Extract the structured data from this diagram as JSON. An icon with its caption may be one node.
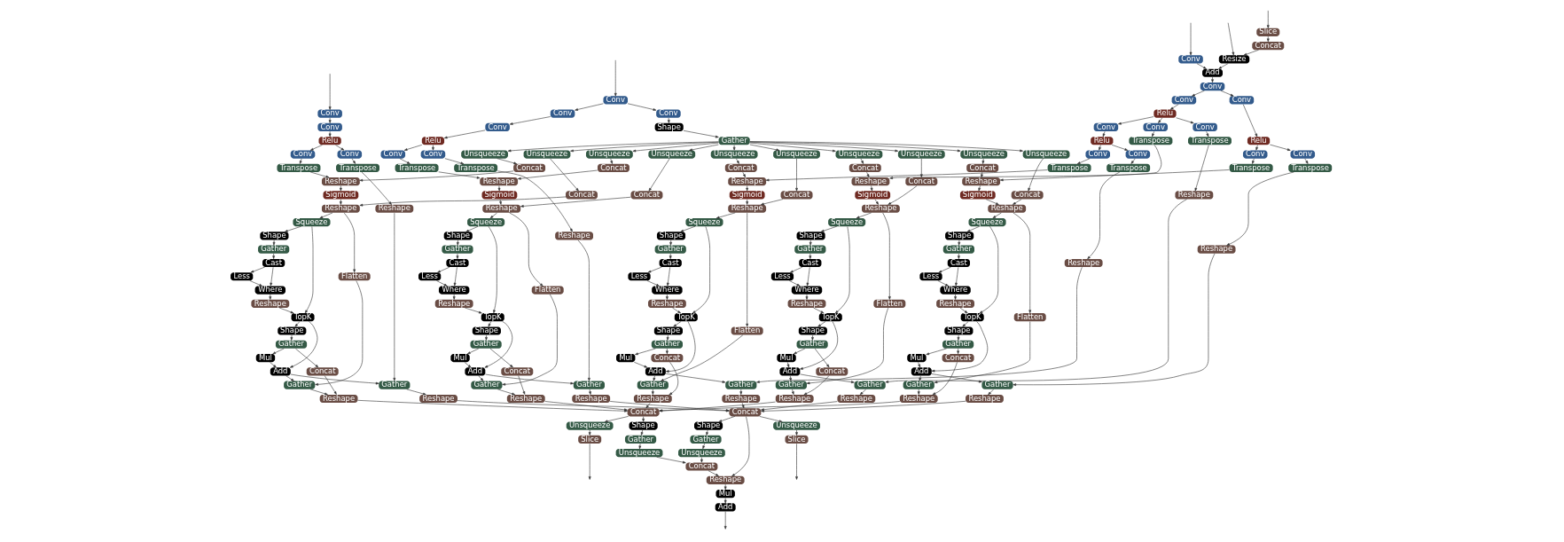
{
  "diagram": {
    "nodes": [
      {
        "text": [
          "Slice"
        ]
      },
      {
        "text": [
          "Concat"
        ]
      },
      {
        "text": [
          "Resize"
        ]
      },
      {
        "text": [
          "Conv"
        ]
      },
      {
        "text": [
          "Add"
        ]
      },
      {
        "text": [
          "Conv"
        ]
      },
      {
        "text": [
          "Conv"
        ]
      },
      {
        "text": [
          "Conv"
        ]
      },
      {
        "text": [
          "Relu"
        ]
      },
      {
        "text": [
          "Conv"
        ]
      },
      {
        "text": [
          "Conv"
        ]
      },
      {
        "text": [
          "Conv"
        ]
      },
      {
        "text": [
          "Conv"
        ]
      },
      {
        "text": [
          "Relu"
        ]
      },
      {
        "text": [
          "Shape"
        ]
      },
      {
        "text": [
          "Gather"
        ]
      },
      {
        "text": [
          "Conv"
        ]
      },
      {
        "text": [
          "Relu"
        ]
      },
      {
        "text": [
          "Conv"
        ]
      },
      {
        "text": [
          "Relu"
        ]
      },
      {
        "text": [
          "Conv"
        ]
      },
      {
        "text": [
          "Relu"
        ]
      },
      {
        "text": [
          "Conv"
        ]
      },
      {
        "text": [
          "Transpose"
        ]
      },
      {
        "text": [
          "Unsqueeze"
        ]
      },
      {
        "text": [
          "Concat"
        ]
      },
      {
        "text": [
          "Reshape"
        ]
      },
      {
        "text": [
          "Sigmoid"
        ]
      },
      {
        "text": [
          "Unsqueeze"
        ]
      },
      {
        "text": [
          "Concat"
        ]
      },
      {
        "text": [
          "Reshape"
        ]
      },
      {
        "text": [
          "Squeeze"
        ]
      },
      {
        "text": [
          "Shape"
        ]
      },
      {
        "text": [
          "Gather"
        ]
      },
      {
        "text": [
          "Cast"
        ]
      },
      {
        "text": [
          "Less"
        ]
      },
      {
        "text": [
          "Where"
        ]
      },
      {
        "text": [
          "Reshape"
        ]
      },
      {
        "text": [
          "TopK"
        ]
      },
      {
        "text": [
          "Shape"
        ]
      },
      {
        "text": [
          "Gather"
        ]
      },
      {
        "text": [
          "Mul"
        ]
      },
      {
        "text": [
          "Add"
        ]
      },
      {
        "text": [
          "Flatten"
        ]
      },
      {
        "text": [
          "Gather"
        ]
      },
      {
        "text": [
          "Concat"
        ]
      },
      {
        "text": [
          "Reshape"
        ]
      },
      {
        "text": [
          "Conv"
        ]
      },
      {
        "text": [
          "Transpose"
        ]
      },
      {
        "text": [
          "Reshape"
        ]
      },
      {
        "text": [
          "Gather"
        ]
      },
      {
        "text": [
          "Reshape"
        ]
      },
      {
        "text": [
          "Conv"
        ]
      },
      {
        "text": [
          "Transpose"
        ]
      },
      {
        "text": [
          "Unsqueeze"
        ]
      },
      {
        "text": [
          "Concat"
        ]
      },
      {
        "text": [
          "Reshape"
        ]
      },
      {
        "text": [
          "Sigmoid"
        ]
      },
      {
        "text": [
          "Unsqueeze"
        ]
      },
      {
        "text": [
          "Concat"
        ]
      },
      {
        "text": [
          "Reshape"
        ]
      },
      {
        "text": [
          "Squeeze"
        ]
      },
      {
        "text": [
          "Shape"
        ]
      },
      {
        "text": [
          "Gather"
        ]
      },
      {
        "text": [
          "Cast"
        ]
      },
      {
        "text": [
          "Less"
        ]
      },
      {
        "text": [
          "Where"
        ]
      },
      {
        "text": [
          "Reshape"
        ]
      },
      {
        "text": [
          "TopK"
        ]
      },
      {
        "text": [
          "Shape"
        ]
      },
      {
        "text": [
          "Gather"
        ]
      },
      {
        "text": [
          "Mul"
        ]
      },
      {
        "text": [
          "Add"
        ]
      },
      {
        "text": [
          "Flatten"
        ]
      },
      {
        "text": [
          "Gather"
        ]
      },
      {
        "text": [
          "Concat"
        ]
      },
      {
        "text": [
          "Reshape"
        ]
      },
      {
        "text": [
          "Conv"
        ]
      },
      {
        "text": [
          "Transpose"
        ]
      },
      {
        "text": [
          "Reshape"
        ]
      },
      {
        "text": [
          "Gather"
        ]
      },
      {
        "text": [
          "Reshape"
        ]
      },
      {
        "text": [
          "Conv"
        ]
      },
      {
        "text": [
          "Transpose"
        ]
      },
      {
        "text": [
          "Unsqueeze"
        ]
      },
      {
        "text": [
          "Concat"
        ]
      },
      {
        "text": [
          "Reshape"
        ]
      },
      {
        "text": [
          "Sigmoid"
        ]
      },
      {
        "text": [
          "Unsqueeze"
        ]
      },
      {
        "text": [
          "Concat"
        ]
      },
      {
        "text": [
          "Reshape"
        ]
      },
      {
        "text": [
          "Squeeze"
        ]
      },
      {
        "text": [
          "Shape"
        ]
      },
      {
        "text": [
          "Gather"
        ]
      },
      {
        "text": [
          "Cast"
        ]
      },
      {
        "text": [
          "Less"
        ]
      },
      {
        "text": [
          "Where"
        ]
      },
      {
        "text": [
          "Reshape"
        ]
      },
      {
        "text": [
          "TopK"
        ]
      },
      {
        "text": [
          "Shape"
        ]
      },
      {
        "text": [
          "Gather"
        ]
      },
      {
        "text": [
          "Mul"
        ]
      },
      {
        "text": [
          "Add"
        ]
      },
      {
        "text": [
          "Flatten"
        ]
      },
      {
        "text": [
          "Gather"
        ]
      },
      {
        "text": [
          "Concat"
        ]
      },
      {
        "text": [
          "Reshape"
        ]
      },
      {
        "text": [
          "Conv"
        ]
      },
      {
        "text": [
          "Transpose"
        ]
      },
      {
        "text": [
          "Reshape"
        ]
      },
      {
        "text": [
          "Gather"
        ]
      },
      {
        "text": [
          "Reshape"
        ]
      },
      {
        "text": [
          "Conv"
        ]
      },
      {
        "text": [
          "Transpose"
        ]
      },
      {
        "text": [
          "Unsqueeze"
        ]
      },
      {
        "text": [
          "Concat"
        ]
      },
      {
        "text": [
          "Reshape"
        ]
      },
      {
        "text": [
          "Sigmoid"
        ]
      },
      {
        "text": [
          "Unsqueeze"
        ]
      },
      {
        "text": [
          "Concat"
        ]
      },
      {
        "text": [
          "Reshape"
        ]
      },
      {
        "text": [
          "Squeeze"
        ]
      },
      {
        "text": [
          "Shape"
        ]
      },
      {
        "text": [
          "Gather"
        ]
      },
      {
        "text": [
          "Cast"
        ]
      },
      {
        "text": [
          "Less"
        ]
      },
      {
        "text": [
          "Where"
        ]
      },
      {
        "text": [
          "Reshape"
        ]
      },
      {
        "text": [
          "TopK"
        ]
      },
      {
        "text": [
          "Shape"
        ]
      },
      {
        "text": [
          "Gather"
        ]
      },
      {
        "text": [
          "Mul"
        ]
      },
      {
        "text": [
          "Add"
        ]
      },
      {
        "text": [
          "Flatten"
        ]
      },
      {
        "text": [
          "Gather"
        ]
      },
      {
        "text": [
          "Concat"
        ]
      },
      {
        "text": [
          "Reshape"
        ]
      },
      {
        "text": [
          "Conv"
        ]
      },
      {
        "text": [
          "Transpose"
        ]
      },
      {
        "text": [
          "Reshape"
        ]
      },
      {
        "text": [
          "Gather"
        ]
      },
      {
        "text": [
          "Reshape"
        ]
      },
      {
        "text": [
          "Conv"
        ]
      },
      {
        "text": [
          "Transpose"
        ]
      },
      {
        "text": [
          "Unsqueeze"
        ]
      },
      {
        "text": [
          "Concat"
        ]
      },
      {
        "text": [
          "Reshape"
        ]
      },
      {
        "text": [
          "Sigmoid"
        ]
      },
      {
        "text": [
          "Unsqueeze"
        ]
      },
      {
        "text": [
          "Concat"
        ]
      },
      {
        "text": [
          "Reshape"
        ]
      },
      {
        "text": [
          "Squeeze"
        ]
      },
      {
        "text": [
          "Shape"
        ]
      },
      {
        "text": [
          "Gather"
        ]
      },
      {
        "text": [
          "Cast"
        ]
      },
      {
        "text": [
          "Less"
        ]
      },
      {
        "text": [
          "Where"
        ]
      },
      {
        "text": [
          "Reshape"
        ]
      },
      {
        "text": [
          "TopK"
        ]
      },
      {
        "text": [
          "Shape"
        ]
      },
      {
        "text": [
          "Gather"
        ]
      },
      {
        "text": [
          "Mul"
        ]
      },
      {
        "text": [
          "Add"
        ]
      },
      {
        "text": [
          "Flatten"
        ]
      },
      {
        "text": [
          "Gather"
        ]
      },
      {
        "text": [
          "Concat"
        ]
      },
      {
        "text": [
          "Reshape"
        ]
      },
      {
        "text": [
          "Conv"
        ]
      },
      {
        "text": [
          "Transpose"
        ]
      },
      {
        "text": [
          "Reshape"
        ]
      },
      {
        "text": [
          "Gather"
        ]
      },
      {
        "text": [
          "Reshape"
        ]
      },
      {
        "text": [
          "Concat"
        ]
      },
      {
        "text": [
          "Concat"
        ]
      },
      {
        "text": [
          "Unsqueeze"
        ]
      },
      {
        "text": [
          "Slice"
        ]
      },
      {
        "text": [
          "Shape"
        ]
      },
      {
        "text": [
          "Shape"
        ]
      },
      {
        "text": [
          "Gather"
        ]
      },
      {
        "text": [
          "Gather"
        ]
      },
      {
        "text": [
          "Unsqueeze"
        ]
      },
      {
        "text": [
          "Unsqueeze"
        ]
      },
      {
        "text": [
          "Concat"
        ]
      },
      {
        "text": [
          "Reshape"
        ]
      },
      {
        "text": [
          "Mul"
        ]
      },
      {
        "text": [
          "Add"
        ]
      },
      {
        "text": [
          "Unsqueeze"
        ]
      },
      {
        "text": [
          "Slice"
        ]
      }
    ],
    "edges": [
      {
        "from": null,
        "to": 0,
        "arrow": "to"
      },
      {
        "from": 0,
        "to": 1,
        "arrow": "to"
      },
      {
        "from": null,
        "to": 2,
        "arrow": "to"
      },
      {
        "from": 1,
        "to": 2,
        "arrow": "to"
      },
      {
        "from": null,
        "to": 3,
        "arrow": "to"
      },
      {
        "from": 3,
        "to": 4,
        "arrow": "to"
      },
      {
        "from": 2,
        "to": 4,
        "arrow": "to"
      },
      {
        "from": 4,
        "to": 5,
        "arrow": "to"
      },
      {
        "from": null,
        "to": 6,
        "arrow": "to"
      },
      {
        "from": 5,
        "to": 7,
        "arrow": "to"
      },
      {
        "from": 7,
        "to": 8,
        "arrow": "to"
      },
      {
        "from": null,
        "to": 9,
        "arrow": "to"
      },
      {
        "from": 6,
        "to": 10,
        "arrow": "to"
      },
      {
        "from": 6,
        "to": 11,
        "arrow": "to"
      },
      {
        "from": 9,
        "to": 12,
        "arrow": "to"
      },
      {
        "from": 12,
        "to": 13,
        "arrow": "to"
      },
      {
        "from": 11,
        "to": 14,
        "arrow": "to"
      },
      {
        "from": 14,
        "to": 15,
        "arrow": "to"
      },
      {
        "from": 10,
        "to": 16,
        "arrow": "to"
      },
      {
        "from": 16,
        "to": 17,
        "arrow": "to"
      },
      {
        "from": 8,
        "to": 18,
        "arrow": "to"
      },
      {
        "from": 18,
        "to": 19,
        "arrow": "to"
      },
      {
        "from": 5,
        "to": 20,
        "arrow": "to"
      },
      {
        "from": 20,
        "to": 21,
        "arrow": "to"
      },
      {
        "from": 13,
        "to": 22,
        "arrow": "to"
      },
      {
        "from": 13,
        "to": 47,
        "arrow": "to"
      },
      {
        "from": 15,
        "to": 24,
        "arrow": "to"
      },
      {
        "from": 15,
        "to": 28,
        "arrow": "to"
      },
      {
        "from": 22,
        "to": 23,
        "arrow": "to"
      },
      {
        "from": 23,
        "to": 26,
        "arrow": "to"
      },
      {
        "from": 24,
        "to": 25,
        "arrow": "to"
      },
      {
        "from": 25,
        "to": 26,
        "arrow": "to"
      },
      {
        "from": 26,
        "to": 27,
        "arrow": "to"
      },
      {
        "from": 27,
        "to": 30,
        "arrow": "to"
      },
      {
        "from": 28,
        "to": 29,
        "arrow": "to"
      },
      {
        "from": 29,
        "to": 30,
        "arrow": "to"
      },
      {
        "from": 30,
        "to": 31,
        "arrow": "to"
      },
      {
        "from": 31,
        "to": 32,
        "arrow": "to"
      },
      {
        "from": 32,
        "to": 33,
        "arrow": "to"
      },
      {
        "from": 33,
        "to": 34,
        "arrow": "to"
      },
      {
        "from": 34,
        "to": 35,
        "arrow": "to"
      },
      {
        "from": 34,
        "to": 36,
        "arrow": "to"
      },
      {
        "from": 35,
        "to": 36,
        "arrow": "to"
      },
      {
        "from": 36,
        "to": 37,
        "arrow": "to"
      },
      {
        "from": 37,
        "to": 38,
        "arrow": "to"
      },
      {
        "from": 31,
        "to": 38,
        "arrow": "to"
      },
      {
        "from": 38,
        "to": 39,
        "arrow": "to"
      },
      {
        "from": 39,
        "to": 40,
        "arrow": "to"
      },
      {
        "from": 40,
        "to": 41,
        "arrow": "to"
      },
      {
        "from": 41,
        "to": 42,
        "arrow": "to"
      },
      {
        "from": 38,
        "to": 42,
        "arrow": "to"
      },
      {
        "from": 30,
        "to": 43,
        "arrow": "to"
      },
      {
        "from": 43,
        "to": 44,
        "arrow": "to"
      },
      {
        "from": 42,
        "to": 44,
        "arrow": "to"
      },
      {
        "from": 44,
        "to": 46,
        "arrow": "to"
      },
      {
        "from": 40,
        "to": 45,
        "arrow": "to"
      },
      {
        "from": 45,
        "to": 46,
        "arrow": "to"
      },
      {
        "from": 47,
        "to": 48,
        "arrow": "to"
      },
      {
        "from": 48,
        "to": 49,
        "arrow": "to"
      },
      {
        "from": 49,
        "to": 50,
        "arrow": "to"
      },
      {
        "from": 42,
        "to": 50,
        "arrow": "to"
      },
      {
        "from": 50,
        "to": 51,
        "arrow": "to"
      },
      {
        "from": 46,
        "to": 172,
        "arrow": "to"
      },
      {
        "from": 51,
        "to": 173,
        "arrow": "to"
      },
      {
        "from": 17,
        "to": 52,
        "arrow": "to"
      },
      {
        "from": 17,
        "to": 77,
        "arrow": "to"
      },
      {
        "from": 15,
        "to": 54,
        "arrow": "to"
      },
      {
        "from": 15,
        "to": 58,
        "arrow": "to"
      },
      {
        "from": 52,
        "to": 53,
        "arrow": "to"
      },
      {
        "from": 53,
        "to": 56,
        "arrow": "to"
      },
      {
        "from": 54,
        "to": 55,
        "arrow": "to"
      },
      {
        "from": 55,
        "to": 56,
        "arrow": "to"
      },
      {
        "from": 56,
        "to": 57,
        "arrow": "to"
      },
      {
        "from": 57,
        "to": 60,
        "arrow": "to"
      },
      {
        "from": 58,
        "to": 59,
        "arrow": "to"
      },
      {
        "from": 59,
        "to": 60,
        "arrow": "to"
      },
      {
        "from": 60,
        "to": 61,
        "arrow": "to"
      },
      {
        "from": 61,
        "to": 62,
        "arrow": "to"
      },
      {
        "from": 62,
        "to": 63,
        "arrow": "to"
      },
      {
        "from": 63,
        "to": 64,
        "arrow": "to"
      },
      {
        "from": 64,
        "to": 65,
        "arrow": "to"
      },
      {
        "from": 64,
        "to": 66,
        "arrow": "to"
      },
      {
        "from": 65,
        "to": 66,
        "arrow": "to"
      },
      {
        "from": 66,
        "to": 67,
        "arrow": "to"
      },
      {
        "from": 67,
        "to": 68,
        "arrow": "to"
      },
      {
        "from": 61,
        "to": 68,
        "arrow": "to"
      },
      {
        "from": 68,
        "to": 69,
        "arrow": "to"
      },
      {
        "from": 69,
        "to": 70,
        "arrow": "to"
      },
      {
        "from": 70,
        "to": 71,
        "arrow": "to"
      },
      {
        "from": 71,
        "to": 72,
        "arrow": "to"
      },
      {
        "from": 68,
        "to": 72,
        "arrow": "to"
      },
      {
        "from": 60,
        "to": 73,
        "arrow": "to"
      },
      {
        "from": 73,
        "to": 74,
        "arrow": "to"
      },
      {
        "from": 72,
        "to": 74,
        "arrow": "to"
      },
      {
        "from": 74,
        "to": 76,
        "arrow": "to"
      },
      {
        "from": 70,
        "to": 75,
        "arrow": "to"
      },
      {
        "from": 75,
        "to": 76,
        "arrow": "to"
      },
      {
        "from": 77,
        "to": 78,
        "arrow": "to"
      },
      {
        "from": 78,
        "to": 79,
        "arrow": "to"
      },
      {
        "from": 79,
        "to": 80,
        "arrow": "to"
      },
      {
        "from": 72,
        "to": 80,
        "arrow": "to"
      },
      {
        "from": 80,
        "to": 81,
        "arrow": "to"
      },
      {
        "from": 76,
        "to": 172,
        "arrow": "to"
      },
      {
        "from": 81,
        "to": 173,
        "arrow": "to"
      },
      {
        "from": 19,
        "to": 82,
        "arrow": "to"
      },
      {
        "from": 19,
        "to": 107,
        "arrow": "to"
      },
      {
        "from": 15,
        "to": 84,
        "arrow": "to"
      },
      {
        "from": 15,
        "to": 88,
        "arrow": "to"
      },
      {
        "from": 82,
        "to": 83,
        "arrow": "to"
      },
      {
        "from": 83,
        "to": 86,
        "arrow": "to"
      },
      {
        "from": 84,
        "to": 85,
        "arrow": "to"
      },
      {
        "from": 85,
        "to": 86,
        "arrow": "to"
      },
      {
        "from": 86,
        "to": 87,
        "arrow": "to"
      },
      {
        "from": 87,
        "to": 90,
        "arrow": "to"
      },
      {
        "from": 88,
        "to": 89,
        "arrow": "to"
      },
      {
        "from": 89,
        "to": 90,
        "arrow": "to"
      },
      {
        "from": 90,
        "to": 91,
        "arrow": "to"
      },
      {
        "from": 91,
        "to": 92,
        "arrow": "to"
      },
      {
        "from": 92,
        "to": 93,
        "arrow": "to"
      },
      {
        "from": 93,
        "to": 94,
        "arrow": "to"
      },
      {
        "from": 94,
        "to": 95,
        "arrow": "to"
      },
      {
        "from": 94,
        "to": 96,
        "arrow": "to"
      },
      {
        "from": 95,
        "to": 96,
        "arrow": "to"
      },
      {
        "from": 96,
        "to": 97,
        "arrow": "to"
      },
      {
        "from": 97,
        "to": 98,
        "arrow": "to"
      },
      {
        "from": 91,
        "to": 98,
        "arrow": "to"
      },
      {
        "from": 98,
        "to": 99,
        "arrow": "to"
      },
      {
        "from": 99,
        "to": 100,
        "arrow": "to"
      },
      {
        "from": 100,
        "to": 101,
        "arrow": "to"
      },
      {
        "from": 101,
        "to": 102,
        "arrow": "to"
      },
      {
        "from": 98,
        "to": 102,
        "arrow": "to"
      },
      {
        "from": 90,
        "to": 103,
        "arrow": "to"
      },
      {
        "from": 103,
        "to": 104,
        "arrow": "to"
      },
      {
        "from": 102,
        "to": 104,
        "arrow": "to"
      },
      {
        "from": 104,
        "to": 106,
        "arrow": "to"
      },
      {
        "from": 100,
        "to": 105,
        "arrow": "to"
      },
      {
        "from": 105,
        "to": 106,
        "arrow": "to"
      },
      {
        "from": 107,
        "to": 108,
        "arrow": "to"
      },
      {
        "from": 108,
        "to": 109,
        "arrow": "to"
      },
      {
        "from": 109,
        "to": 110,
        "arrow": "to"
      },
      {
        "from": 102,
        "to": 110,
        "arrow": "to"
      },
      {
        "from": 110,
        "to": 111,
        "arrow": "to"
      },
      {
        "from": 106,
        "to": 172,
        "arrow": "to"
      },
      {
        "from": 111,
        "to": 173,
        "arrow": "to"
      },
      {
        "from": 8,
        "to": 112,
        "arrow": "to"
      },
      {
        "from": 8,
        "to": 137,
        "arrow": "to"
      },
      {
        "from": 15,
        "to": 114,
        "arrow": "to"
      },
      {
        "from": 15,
        "to": 118,
        "arrow": "to"
      },
      {
        "from": 112,
        "to": 113,
        "arrow": "to"
      },
      {
        "from": 113,
        "to": 116,
        "arrow": "to"
      },
      {
        "from": 114,
        "to": 115,
        "arrow": "to"
      },
      {
        "from": 115,
        "to": 116,
        "arrow": "to"
      },
      {
        "from": 116,
        "to": 117,
        "arrow": "to"
      },
      {
        "from": 117,
        "to": 120,
        "arrow": "to"
      },
      {
        "from": 118,
        "to": 119,
        "arrow": "to"
      },
      {
        "from": 119,
        "to": 120,
        "arrow": "to"
      },
      {
        "from": 120,
        "to": 121,
        "arrow": "to"
      },
      {
        "from": 121,
        "to": 122,
        "arrow": "to"
      },
      {
        "from": 122,
        "to": 123,
        "arrow": "to"
      },
      {
        "from": 123,
        "to": 124,
        "arrow": "to"
      },
      {
        "from": 124,
        "to": 125,
        "arrow": "to"
      },
      {
        "from": 124,
        "to": 126,
        "arrow": "to"
      },
      {
        "from": 125,
        "to": 126,
        "arrow": "to"
      },
      {
        "from": 126,
        "to": 127,
        "arrow": "to"
      },
      {
        "from": 127,
        "to": 128,
        "arrow": "to"
      },
      {
        "from": 121,
        "to": 128,
        "arrow": "to"
      },
      {
        "from": 128,
        "to": 129,
        "arrow": "to"
      },
      {
        "from": 129,
        "to": 130,
        "arrow": "to"
      },
      {
        "from": 130,
        "to": 131,
        "arrow": "to"
      },
      {
        "from": 131,
        "to": 132,
        "arrow": "to"
      },
      {
        "from": 128,
        "to": 132,
        "arrow": "to"
      },
      {
        "from": 120,
        "to": 133,
        "arrow": "to"
      },
      {
        "from": 133,
        "to": 134,
        "arrow": "to"
      },
      {
        "from": 132,
        "to": 134,
        "arrow": "to"
      },
      {
        "from": 134,
        "to": 136,
        "arrow": "to"
      },
      {
        "from": 130,
        "to": 135,
        "arrow": "to"
      },
      {
        "from": 135,
        "to": 136,
        "arrow": "to"
      },
      {
        "from": 137,
        "to": 138,
        "arrow": "to"
      },
      {
        "from": 138,
        "to": 139,
        "arrow": "to"
      },
      {
        "from": 139,
        "to": 140,
        "arrow": "to"
      },
      {
        "from": 132,
        "to": 140,
        "arrow": "to"
      },
      {
        "from": 140,
        "to": 141,
        "arrow": "to"
      },
      {
        "from": 136,
        "to": 172,
        "arrow": "to"
      },
      {
        "from": 141,
        "to": 173,
        "arrow": "to"
      },
      {
        "from": 21,
        "to": 142,
        "arrow": "to"
      },
      {
        "from": 21,
        "to": 167,
        "arrow": "to"
      },
      {
        "from": 15,
        "to": 144,
        "arrow": "to"
      },
      {
        "from": 15,
        "to": 148,
        "arrow": "to"
      },
      {
        "from": 142,
        "to": 143,
        "arrow": "to"
      },
      {
        "from": 143,
        "to": 146,
        "arrow": "to"
      },
      {
        "from": 144,
        "to": 145,
        "arrow": "to"
      },
      {
        "from": 145,
        "to": 146,
        "arrow": "to"
      },
      {
        "from": 146,
        "to": 147,
        "arrow": "to"
      },
      {
        "from": 147,
        "to": 150,
        "arrow": "to"
      },
      {
        "from": 148,
        "to": 149,
        "arrow": "to"
      },
      {
        "from": 149,
        "to": 150,
        "arrow": "to"
      },
      {
        "from": 150,
        "to": 151,
        "arrow": "to"
      },
      {
        "from": 151,
        "to": 152,
        "arrow": "to"
      },
      {
        "from": 152,
        "to": 153,
        "arrow": "to"
      },
      {
        "from": 153,
        "to": 154,
        "arrow": "to"
      },
      {
        "from": 154,
        "to": 155,
        "arrow": "to"
      },
      {
        "from": 154,
        "to": 156,
        "arrow": "to"
      },
      {
        "from": 155,
        "to": 156,
        "arrow": "to"
      },
      {
        "from": 156,
        "to": 157,
        "arrow": "to"
      },
      {
        "from": 157,
        "to": 158,
        "arrow": "to"
      },
      {
        "from": 151,
        "to": 158,
        "arrow": "to"
      },
      {
        "from": 158,
        "to": 159,
        "arrow": "to"
      },
      {
        "from": 159,
        "to": 160,
        "arrow": "to"
      },
      {
        "from": 160,
        "to": 161,
        "arrow": "to"
      },
      {
        "from": 161,
        "to": 162,
        "arrow": "to"
      },
      {
        "from": 158,
        "to": 162,
        "arrow": "to"
      },
      {
        "from": 150,
        "to": 163,
        "arrow": "to"
      },
      {
        "from": 163,
        "to": 164,
        "arrow": "to"
      },
      {
        "from": 162,
        "to": 164,
        "arrow": "to"
      },
      {
        "from": 164,
        "to": 166,
        "arrow": "to"
      },
      {
        "from": 160,
        "to": 165,
        "arrow": "to"
      },
      {
        "from": 165,
        "to": 166,
        "arrow": "to"
      },
      {
        "from": 167,
        "to": 168,
        "arrow": "to"
      },
      {
        "from": 168,
        "to": 169,
        "arrow": "to"
      },
      {
        "from": 169,
        "to": 170,
        "arrow": "to"
      },
      {
        "from": 162,
        "to": 170,
        "arrow": "to"
      },
      {
        "from": 170,
        "to": 171,
        "arrow": "to"
      },
      {
        "from": 166,
        "to": 172,
        "arrow": "to"
      },
      {
        "from": 171,
        "to": 173,
        "arrow": "to"
      },
      {
        "from": 172,
        "to": 174,
        "arrow": "to"
      },
      {
        "from": 174,
        "to": 175,
        "arrow": "to"
      },
      {
        "from": 175,
        "to": null,
        "arrow": "to"
      },
      {
        "from": 172,
        "to": 176,
        "arrow": "to"
      },
      {
        "from": 173,
        "to": 177,
        "arrow": "to"
      },
      {
        "from": 176,
        "to": 178,
        "arrow": "to"
      },
      {
        "from": 177,
        "to": 179,
        "arrow": "to"
      },
      {
        "from": 178,
        "to": 180,
        "arrow": "to"
      },
      {
        "from": 179,
        "to": 181,
        "arrow": "to"
      },
      {
        "from": 180,
        "to": 182,
        "arrow": "to"
      },
      {
        "from": 181,
        "to": 182,
        "arrow": "to"
      },
      {
        "from": 173,
        "to": 183,
        "arrow": "to"
      },
      {
        "from": 182,
        "to": 183,
        "arrow": "to"
      },
      {
        "from": 183,
        "to": 184,
        "arrow": "to"
      },
      {
        "from": 184,
        "to": 185,
        "arrow": "to"
      },
      {
        "from": 185,
        "to": null,
        "arrow": "to"
      },
      {
        "from": 173,
        "to": 186,
        "arrow": "to"
      },
      {
        "from": 186,
        "to": 187,
        "arrow": "to"
      },
      {
        "from": 187,
        "to": null,
        "arrow": "to"
      }
    ]
  }
}
